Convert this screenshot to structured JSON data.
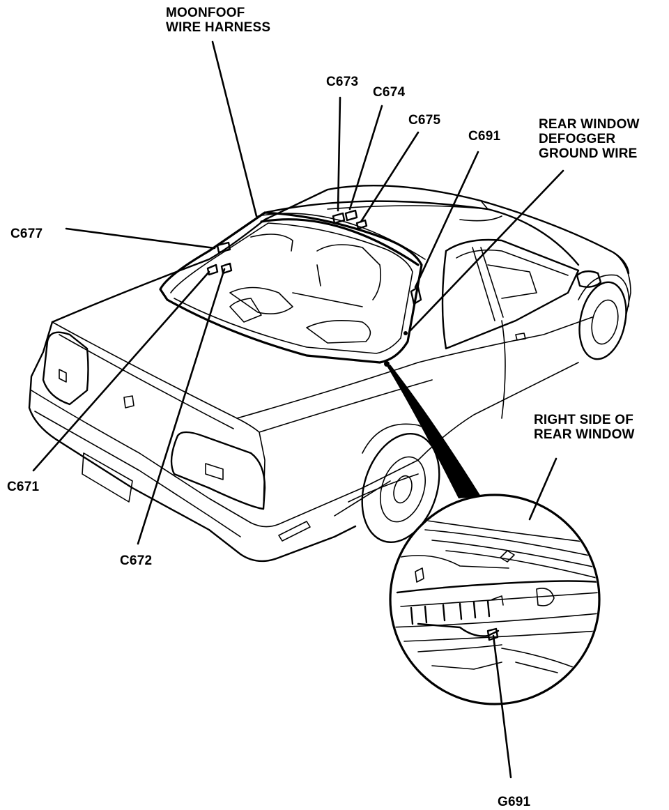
{
  "labels": {
    "moonroof_harness": "MOONFOOF\nWIRE HARNESS",
    "c673": "C673",
    "c674": "C674",
    "c675": "C675",
    "c691": "C691",
    "defogger": "REAR WINDOW\nDEFOGGER\nGROUND WIRE",
    "c677": "C677",
    "c671": "C671",
    "c672": "C672",
    "right_side": "RIGHT SIDE OF\nREAR WINDOW",
    "g691": "G691"
  }
}
